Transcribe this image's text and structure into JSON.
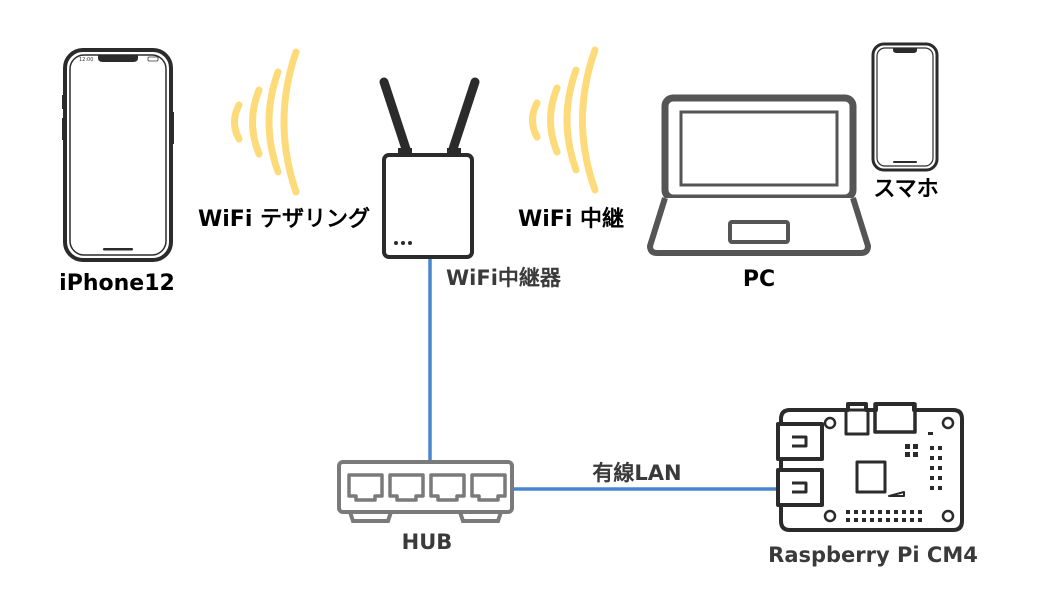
{
  "labels": {
    "iphone": "iPhone12",
    "tethering": "WiFi テザリング",
    "relay": "WiFi 中継",
    "repeater": "WiFi中継器",
    "pc": "PC",
    "smartphone": "スマホ",
    "wired_lan": "有線LAN",
    "hub": "HUB",
    "raspberry": "Raspberry Pi CM4"
  },
  "phone_status_time": "12:00",
  "colors": {
    "wifi_wave": "#FDDB7A",
    "lan_cable": "#4A86CF",
    "device_dark": "#2b2b2b",
    "device_gray": "#555555",
    "hub_gray": "#7a7a7a"
  },
  "icons": {
    "iphone": "smartphone-icon",
    "router": "wifi-router-icon",
    "laptop": "laptop-icon",
    "phone_small": "smartphone-icon",
    "hub": "network-hub-icon",
    "board": "raspberry-pi-board-icon"
  }
}
